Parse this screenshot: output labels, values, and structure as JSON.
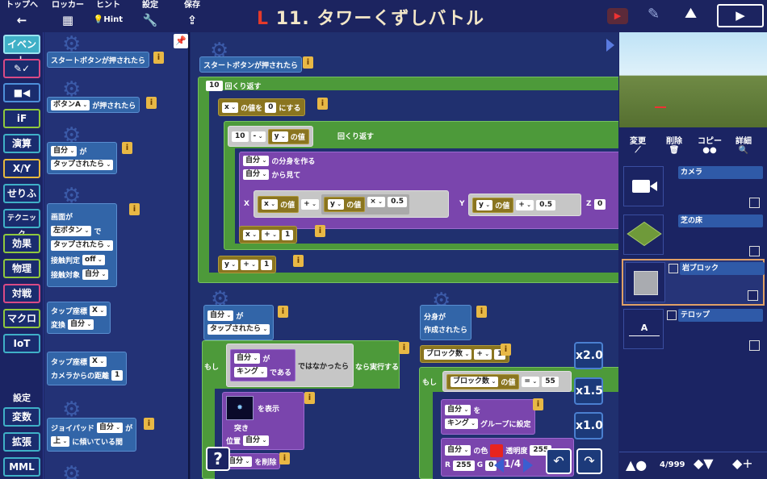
{
  "topbar": {
    "back_label": "トップへ",
    "back_icon": "arrow-left-icon",
    "locker_label": "ロッカー",
    "hint_label": "ヒント",
    "hint_icon_text": "Hint",
    "settings_label": "設定",
    "save_label": "保存",
    "title_prefix": "L",
    "title_text": "11. タワーくずしバトル"
  },
  "categories": [
    "イベント",
    "",
    "",
    "iF",
    "演算",
    "X/Y",
    "せりふ",
    "テクニック",
    "効果",
    "物理",
    "対戦",
    "マクロ",
    "IoT",
    "設定",
    "変数",
    "拡張",
    "MML"
  ],
  "palette": {
    "start_pressed": "スタートボタンが押されたら",
    "button_a": "ボタンA",
    "pressed": "が押されたら",
    "self": "自分",
    "ga": "が",
    "tapped": "タップされたら",
    "screen_ga": "画面が",
    "left_button": "左ボタン",
    "de": "で",
    "collision": "接触判定",
    "off": "off",
    "collision_target": "接触対象",
    "tap_coord": "タップ座標",
    "x": "X",
    "convert": "変換",
    "tap_coord2": "タップ座標",
    "camera_distance": "カメラからの距離",
    "one": "1",
    "joypad": "ジョイパッド",
    "up": "上",
    "tilted": "に傾いている間"
  },
  "workspace": {
    "start_pressed": "スタートボタンが押されたら",
    "repeat_count": "10",
    "repeat_label": "回くり返す",
    "x_var": "x",
    "value_of": "の値を",
    "zero": "0",
    "set_to": "にする",
    "ten": "10",
    "minus": "-",
    "y_var": "y",
    "value_label": "の値",
    "repeat2": "回くり返す",
    "self": "自分",
    "make_clone": "の分身を作る",
    "from_view": "から見て",
    "X": "X",
    "plus": "+",
    "mul": "×",
    "half": "0.5",
    "Y": "Y",
    "Z": "Z",
    "zero2": "0",
    "plus_eq": "+",
    "one": "1",
    "ga": "が",
    "tapped": "タップされたら",
    "if": "もし",
    "king": "キング",
    "is": "である",
    "not": "ではなかったら",
    "then": "なら実行する",
    "display": "を表示",
    "stab": "突き",
    "position": "位置",
    "delete": "を削除",
    "clone_created_1": "分身が",
    "clone_created_2": "作成されたら",
    "block_count": "ブロック数",
    "if2": "もし",
    "value_of2": "の値",
    "eq": "=",
    "fifty_five": "55",
    "wo": "を",
    "group_set": "グループに設定",
    "color_of": "の色",
    "opacity": "透明度",
    "op_val": "255",
    "R": "R",
    "r_val": "255",
    "G": "G",
    "g_val": "0",
    "page": "1/4"
  },
  "speed": [
    "x2.0",
    "x1.5",
    "x1.0"
  ],
  "rightpanel": {
    "change": "変更",
    "delete": "削除",
    "copy": "コピー",
    "detail": "詳細",
    "objects": [
      {
        "name": "カメラ",
        "icon": "camera-icon"
      },
      {
        "name": "芝の床",
        "icon": "grass-floor-icon"
      },
      {
        "name": "岩ブロック",
        "icon": "rock-block-icon"
      },
      {
        "name": "テロップ",
        "icon": "telop-icon"
      }
    ],
    "count": "4/999",
    "telop_letter": "A"
  }
}
